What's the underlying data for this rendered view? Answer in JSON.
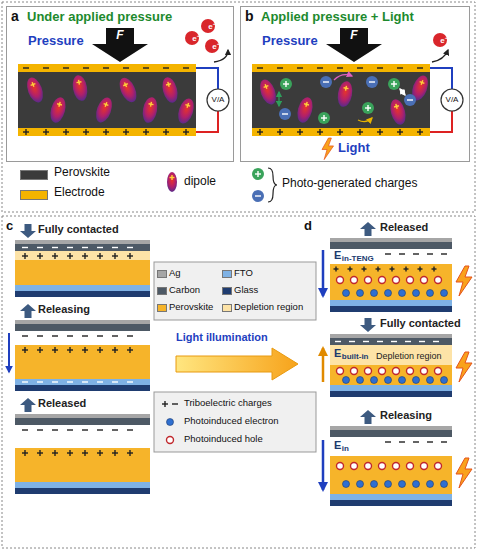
{
  "diagram": {
    "nodes": [
      {
        "text": [
          "a",
          "Under applied pressure"
        ]
      },
      {
        "text": [
          "e⁻"
        ],
        "in": 0
      },
      {
        "text": [
          "e⁻"
        ],
        "in": 0
      },
      {
        "text": [
          "e⁻"
        ],
        "in": 0
      },
      {
        "text": [
          "b",
          "Applied pressure + Light"
        ]
      },
      {
        "text": [
          "e⁻"
        ],
        "in": 4
      }
    ],
    "labels": [
      "Pressure",
      "F",
      "V/A",
      "Pressure",
      "F",
      "V/A",
      "Light",
      "c",
      "Fully contacted",
      "Releasing",
      "Released",
      "Light illumination",
      "d",
      "Released",
      "E",
      "in-TENG",
      "Fully contacted",
      "E",
      "built-in",
      "Depletion region",
      "Releasing",
      "E",
      "in"
    ],
    "legend": [
      {
        "text": "Perovskite",
        "color": "#3b3b3b"
      },
      {
        "text": "Electrode",
        "color": "#f4b400"
      },
      {
        "text": "dipole"
      },
      {
        "text": "Photo-generated charges"
      },
      {
        "text": "Ag",
        "color": "#a6a6a6"
      },
      {
        "text": "Carbon",
        "color": "#4d5965"
      },
      {
        "text": "Perovskite",
        "color": "#f6b42a"
      },
      {
        "text": "Depletion region",
        "color": "#fde3a7"
      },
      {
        "text": "FTO",
        "color": "#7fb2e5"
      },
      {
        "text": "Glass",
        "color": "#1f3c70"
      },
      {
        "text": "Triboelectric charges"
      },
      {
        "text": "Photoinduced electron"
      },
      {
        "text": "Photoinduced hole"
      }
    ]
  }
}
